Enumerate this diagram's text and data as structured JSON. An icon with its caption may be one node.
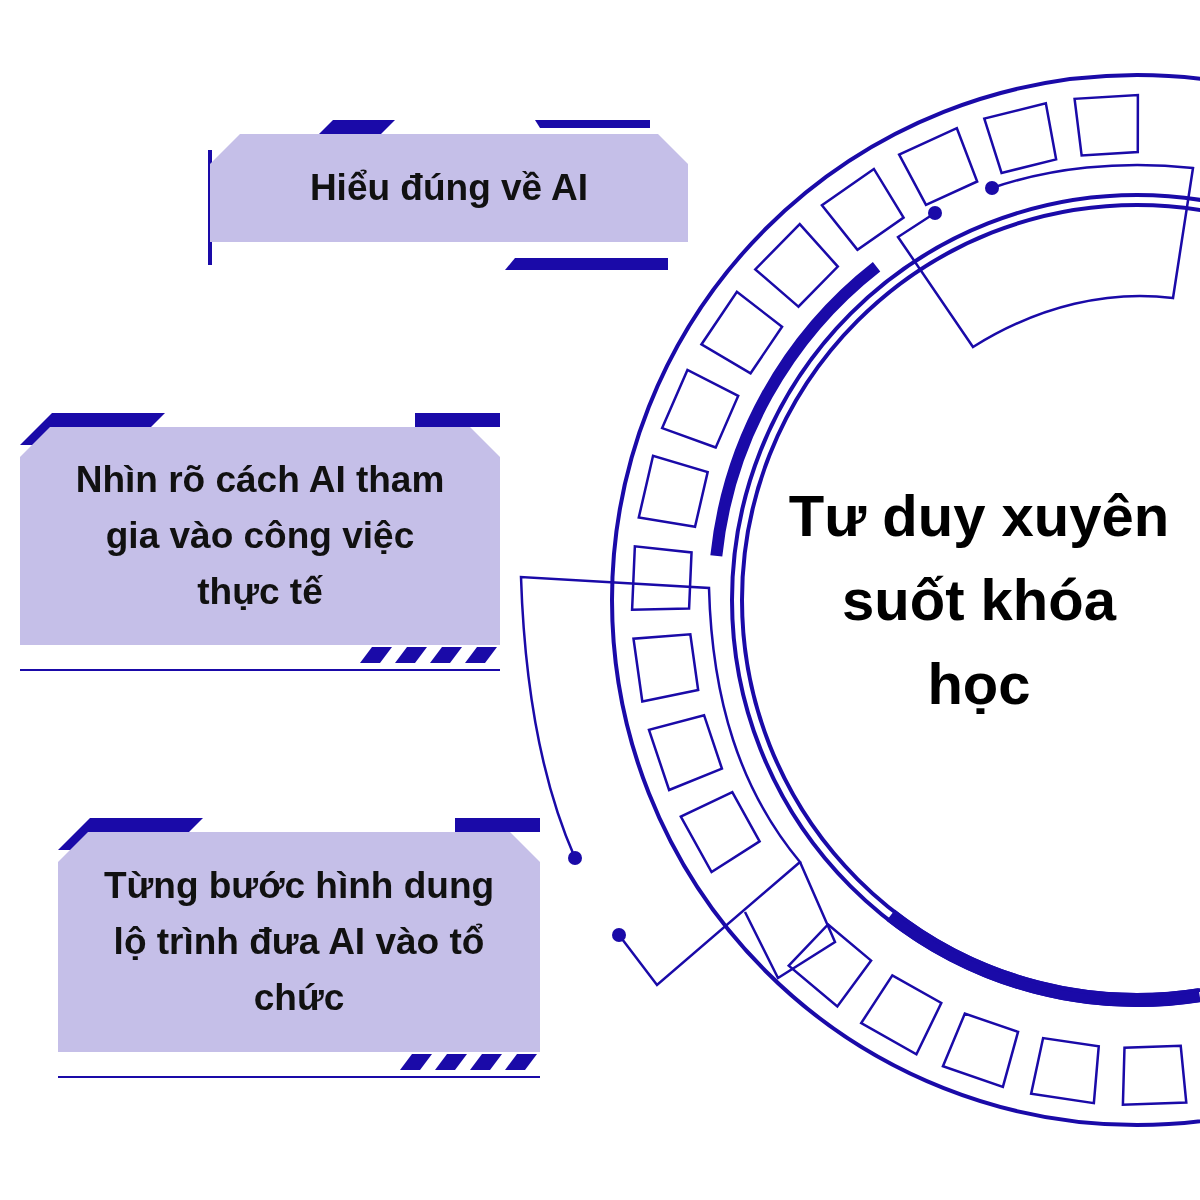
{
  "diagram": {
    "nodes": [
      {
        "text": [
          "Hiểu đúng về AI"
        ]
      },
      {
        "text": [
          "Nhìn rõ cách AI tham gia vào công việc thực tế"
        ]
      },
      {
        "text": [
          "Từng bước hình dung lộ trình đưa AI vào tổ chức"
        ]
      },
      {
        "text": [
          "Tư duy xuyên suốt khóa học"
        ]
      }
    ]
  }
}
